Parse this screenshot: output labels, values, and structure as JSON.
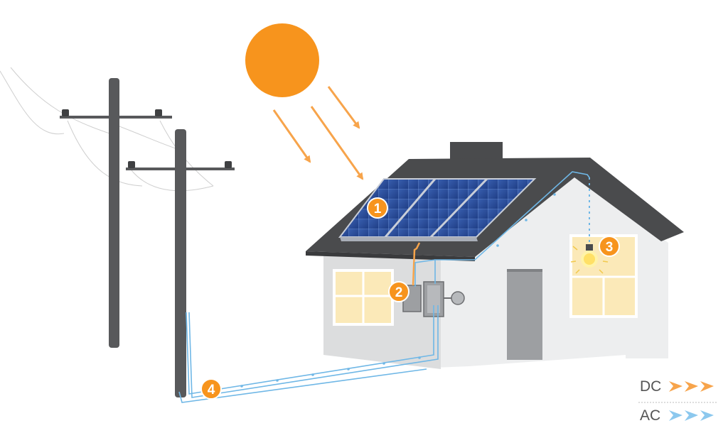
{
  "colors": {
    "sun": "#F7941D",
    "dc": "#F7A44B",
    "ac": "#6FB7E6",
    "roof": "#4A4B4D",
    "wall": "#E6E7E8",
    "wall_shadow": "#D0D1D3",
    "pole": "#58595B",
    "panel": "#2B4D9A",
    "window_glow": "#FBE9B8",
    "badge": "#F7941D"
  },
  "badges": [
    {
      "label": "1",
      "component": "solar-panels"
    },
    {
      "label": "2",
      "component": "inverter"
    },
    {
      "label": "3",
      "component": "light-bulb"
    },
    {
      "label": "4",
      "component": "utility-grid"
    }
  ],
  "legend": {
    "dc_label": "DC",
    "ac_label": "AC"
  }
}
